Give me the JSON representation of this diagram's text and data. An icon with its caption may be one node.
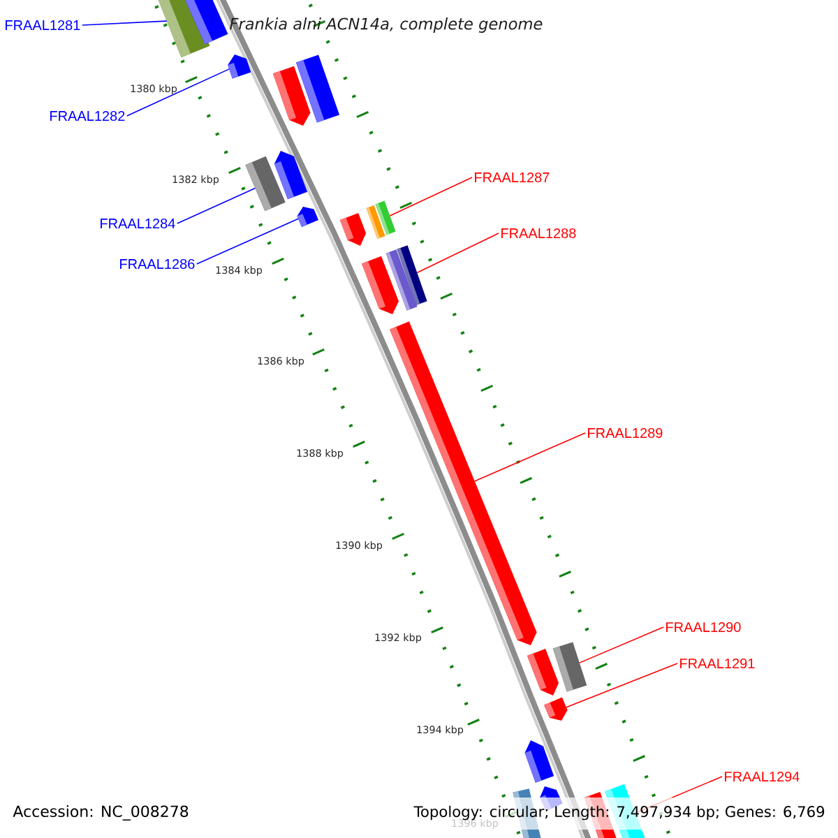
{
  "diagram": {
    "title": "Frankia alni ACN14a, complete genome",
    "nodes": [
      {
        "text": [
          "FRAAL1281"
        ]
      },
      {
        "text": [
          "FRAAL1282"
        ]
      },
      {
        "text": [
          "FRAAL1284"
        ]
      },
      {
        "text": [
          "FRAAL1286"
        ]
      },
      {
        "text": [
          "FRAAL1287"
        ]
      },
      {
        "text": [
          "FRAAL1288"
        ]
      },
      {
        "text": [
          "FRAAL1289"
        ]
      },
      {
        "text": [
          "FRAAL1290"
        ]
      },
      {
        "text": [
          "FRAAL1291"
        ]
      },
      {
        "text": [
          "FRAAL1294"
        ]
      },
      {
        "text": [],
        "shape": "bar"
      },
      {
        "text": [],
        "shape": "bar"
      },
      {
        "text": [],
        "shape": "bar"
      },
      {
        "text": [],
        "shape": "bar"
      },
      {
        "text": [],
        "shape": "bar"
      },
      {
        "text": [],
        "shape": "bar"
      },
      {
        "text": [],
        "shape": "bar"
      },
      {
        "text": [],
        "shape": "bar"
      },
      {
        "text": [],
        "shape": "bar"
      },
      {
        "text": [],
        "shape": "bar"
      },
      {
        "text": [],
        "shape": "bar"
      },
      {
        "text": [],
        "shape": "bar"
      },
      {
        "text": [],
        "shape": "bar"
      },
      {
        "text": [],
        "shape": "bar"
      },
      {
        "text": [],
        "shape": "bar"
      },
      {
        "text": [],
        "shape": "bar"
      },
      {
        "text": [],
        "shape": "bar"
      },
      {
        "text": [],
        "shape": "bar"
      },
      {
        "text": [],
        "shape": "bar"
      },
      {
        "text": [],
        "shape": "bar"
      },
      {
        "text": [],
        "shape": "bar"
      },
      {
        "text": [],
        "shape": "bar"
      },
      {
        "text": [],
        "shape": "bar"
      }
    ],
    "edges": [
      {
        "from": 0,
        "to": 10,
        "arrow": "none",
        "color": "#0000ff"
      },
      {
        "from": 1,
        "to": 12,
        "arrow": "none",
        "color": "#0000ff"
      },
      {
        "from": 2,
        "to": 15,
        "arrow": "none",
        "color": "#0000ff"
      },
      {
        "from": 3,
        "to": 17,
        "arrow": "none",
        "color": "#0000ff"
      },
      {
        "from": 4,
        "to": 20,
        "arrow": "none"
      },
      {
        "from": 5,
        "to": 23,
        "arrow": "none"
      },
      {
        "from": 6,
        "to": 24,
        "arrow": "none"
      },
      {
        "from": 7,
        "to": 25,
        "arrow": "none"
      },
      {
        "from": 8,
        "to": 27,
        "arrow": "none"
      },
      {
        "from": 9,
        "to": 32,
        "arrow": "none"
      }
    ],
    "labels": [
      "1380 kbp",
      "1382 kbp",
      "1384 kbp",
      "1386 kbp",
      "1388 kbp",
      "1390 kbp",
      "1392 kbp",
      "1394 kbp",
      "1396 kbp",
      "Accession: NC_008278",
      "Topology: circular; Length: 7,497,934 bp; Genes: 6,769"
    ]
  }
}
